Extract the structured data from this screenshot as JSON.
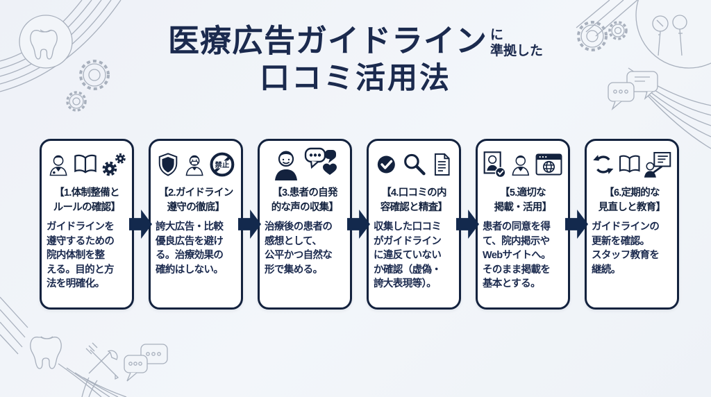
{
  "theme": {
    "navy": "#1b2a4e",
    "card_border": "#13223e",
    "arrow_color": "#13294d",
    "background": "#f1f4f8",
    "line_art_gray": "#a8b0bd"
  },
  "header": {
    "title_main": "医療広告ガイドライン",
    "title_suffix_line1": "に",
    "title_suffix_line2": "準拠した",
    "title_line2": "口コミ活用法"
  },
  "steps": [
    {
      "title": "【1.体制整備と\nルールの確認】",
      "body": "ガイドラインを\n遵守するための\n院内体制を整\nえる。目的と方\n法を明確化。",
      "icons": [
        "doctor-icon",
        "open-book-icon",
        "gears-icon"
      ]
    },
    {
      "title": "【2.ガイドライン\n遵守の徹底】",
      "body": "誇大広告・比較\n優良広告を避け\nる。治療効果の\n確約はしない。",
      "icons": [
        "shield-icon",
        "masked-doctor-icon",
        "prohibition-icon"
      ],
      "prohibition_label": "禁止"
    },
    {
      "title": "【3.患者の自発\n的な声の収集】",
      "body": "治療後の患者の\n感想として、\n公平かつ自然な\n形で集める。",
      "icons": [
        "patient-icon",
        "chat-heart-icon"
      ]
    },
    {
      "title": "【4.口コミの内\n容確認と精査】",
      "body": "収集した口コミ\nがガイドライン\nに違反ていない\nか確認（虚偽・\n誇大表現等）。",
      "icons": [
        "check-circle-icon",
        "magnifier-icon",
        "document-icon"
      ]
    },
    {
      "title": "【5.適切な\n掲載・活用】",
      "body": "患者の同意を得\nて、院内掲示や\nWebサイトへ。\nそのまま掲載を\n基本とする。",
      "icons": [
        "consent-photo-icon",
        "doctor-icon",
        "browser-globe-icon"
      ]
    },
    {
      "title": "【6.定期的な\n見直しと教育】",
      "body": "ガイドラインの\n更新を確認。\nスタッフ教育を\n継続。",
      "icons": [
        "refresh-icon",
        "open-book-icon",
        "trainer-icon"
      ]
    }
  ],
  "decorations": {
    "top_left": [
      "tooth-icon",
      "gear-icon",
      "gear-icon",
      "curved-lines"
    ],
    "top_right": [
      "gear-icon",
      "gear-icon",
      "dental-tools-icon",
      "chat-bubbles-icon",
      "curved-lines"
    ],
    "bottom_left": [
      "tooth-icon",
      "crossed-tools-icon",
      "chat-bubbles-icon",
      "curved-lines"
    ]
  }
}
